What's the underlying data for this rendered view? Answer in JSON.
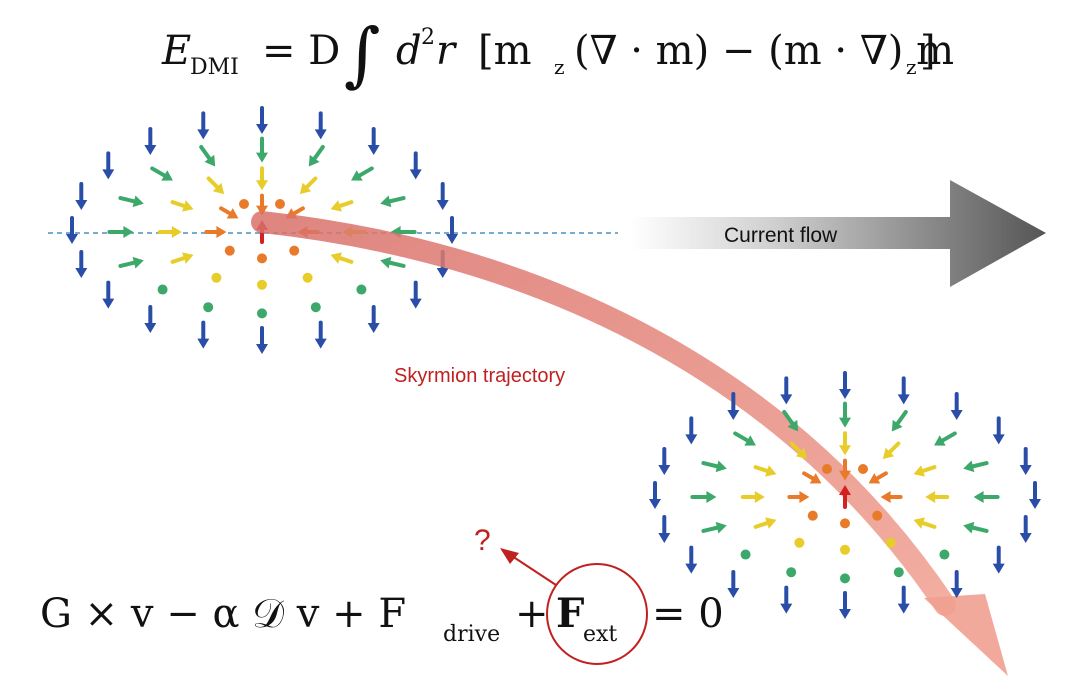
{
  "energy_equation": {
    "lhs_E": "E",
    "lhs_sub": "DMI",
    "equals_D": "= D",
    "integral_sign": "∫",
    "d": "d",
    "d_sup": "2",
    "r": "r",
    "term_open": "[m",
    "mz_sub": "z",
    "div_m": "(∇ · m) − (m · ∇) m",
    "mz2_sub": "z",
    "close": "]"
  },
  "current_flow_label": "Current flow",
  "trajectory_label": "Skyrmion trajectory",
  "question_mark": "?",
  "force_equation": {
    "part1": "G × v − α 𝒟 v + F",
    "drive_sub": "drive",
    "plus": "+",
    "F_ext": "F",
    "ext_sub": "ext",
    "equals_zero": "= 0"
  },
  "colors": {
    "outer_arrow": "#2a4ea8",
    "middle_arrow": "#3ca86a",
    "inner_arrow": "#e8cc2a",
    "core_arrow": "#e87a2a",
    "center_arrow": "#d42020",
    "trajectory": "#e88a84",
    "current_arrow": "#555555",
    "dashed_line": "#4a90c0",
    "annotation_red": "#c02020"
  }
}
